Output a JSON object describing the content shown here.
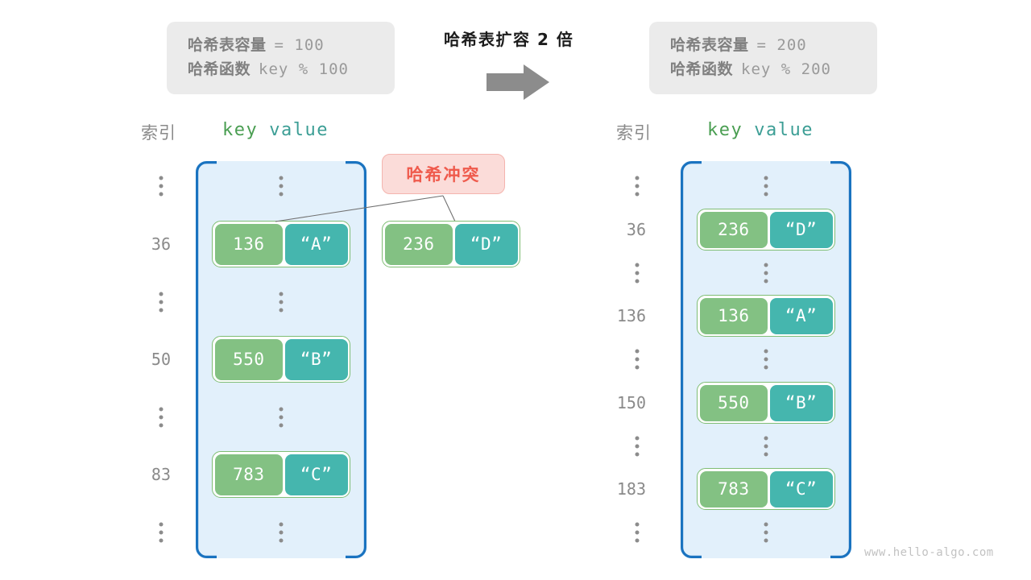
{
  "watermark": "www.hello-algo.com",
  "center": {
    "title": "哈希表扩容 2 倍",
    "arrow_icon": "right-arrow-icon"
  },
  "colors": {
    "bucket_fill": "#e2f0fb",
    "bucket_border": "#1a73c0",
    "key_cell": "#83c183",
    "value_cell": "#45b6ae",
    "pair_border": "#7fbd74",
    "badge_bg": "#fbdcd9",
    "badge_border": "#f4b4ae",
    "badge_text": "#ef5a4c",
    "info_box_bg": "#ebebeb",
    "label_gray": "#8a8a8a",
    "arrow_gray": "#8c8c8c"
  },
  "before": {
    "info": {
      "capacity_label": "哈希表容量",
      "capacity_expr": "= 100",
      "function_label": "哈希函数",
      "function_expr": "key % 100"
    },
    "caption_index": "索引",
    "caption_key": "key",
    "caption_value": "value",
    "rows": [
      {
        "index": "⋮",
        "type": "ellipsis"
      },
      {
        "index": "36",
        "type": "entry",
        "key": "136",
        "value": "“A”"
      },
      {
        "index": "⋮",
        "type": "ellipsis"
      },
      {
        "index": "50",
        "type": "entry",
        "key": "550",
        "value": "“B”"
      },
      {
        "index": "⋮",
        "type": "ellipsis"
      },
      {
        "index": "83",
        "type": "entry",
        "key": "783",
        "value": "“C”"
      },
      {
        "index": "⋮",
        "type": "ellipsis"
      }
    ],
    "collision": {
      "badge_label": "哈希冲突",
      "key": "236",
      "value": "“D”"
    }
  },
  "after": {
    "info": {
      "capacity_label": "哈希表容量",
      "capacity_expr": "= 200",
      "function_label": "哈希函数",
      "function_expr": "key % 200"
    },
    "caption_index": "索引",
    "caption_key": "key",
    "caption_value": "value",
    "rows": [
      {
        "index": "⋮",
        "type": "ellipsis"
      },
      {
        "index": "36",
        "type": "entry",
        "key": "236",
        "value": "“D”"
      },
      {
        "index": "⋮",
        "type": "ellipsis"
      },
      {
        "index": "136",
        "type": "entry",
        "key": "136",
        "value": "“A”"
      },
      {
        "index": "⋮",
        "type": "ellipsis"
      },
      {
        "index": "150",
        "type": "entry",
        "key": "550",
        "value": "“B”"
      },
      {
        "index": "⋮",
        "type": "ellipsis"
      },
      {
        "index": "183",
        "type": "entry",
        "key": "783",
        "value": "“C”"
      },
      {
        "index": "⋮",
        "type": "ellipsis"
      }
    ]
  }
}
